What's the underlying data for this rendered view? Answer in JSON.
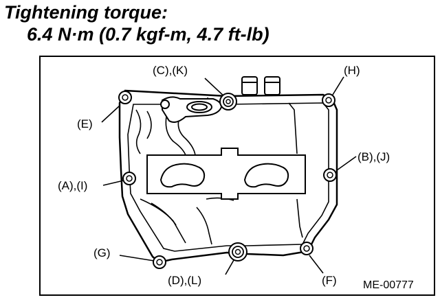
{
  "header": {
    "line1": "Tightening torque:",
    "line2": "6.4 N·m (0.7 kgf-m, 4.7 ft-lb)"
  },
  "labels": {
    "e": "(E)",
    "ck": "(C),(K)",
    "h": "(H)",
    "bj": "(B),(J)",
    "ai": "(A),(I)",
    "g": "(G)",
    "dl": "(D),(L)",
    "f": "(F)"
  },
  "figure_code": "ME-00777"
}
